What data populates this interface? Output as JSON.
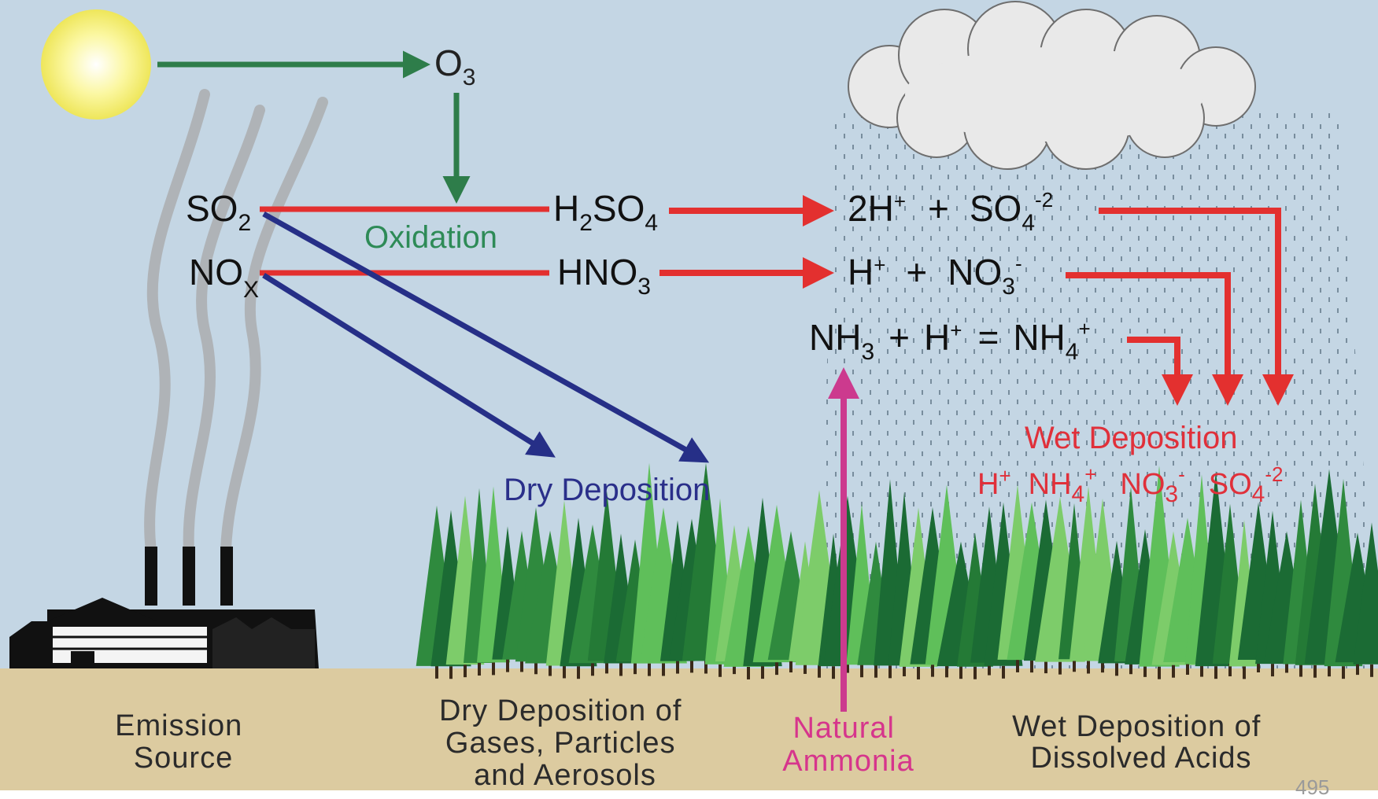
{
  "colors": {
    "sky": "#c4d6e4",
    "ground": "#dccba0",
    "sun": "#f5f06a",
    "green_arrow": "#2e7d4a",
    "red_arrow": "#e3302f",
    "blue_arrow": "#262f87",
    "pink_arrow": "#cc3a8e",
    "tree_dark": "#1b6b34",
    "tree_light": "#5fbf5a"
  },
  "top": {
    "ozone_main": "O",
    "ozone_sub": "3",
    "oxidation": "Oxidation"
  },
  "emissions": {
    "so2_main": "SO",
    "so2_sub": "2",
    "nox_main": "NO",
    "nox_sub": "X"
  },
  "acids": {
    "h2so4_a": "H",
    "h2so4_sub1": "2",
    "h2so4_b": "SO",
    "h2so4_sub2": "4",
    "hno3_a": "HNO",
    "hno3_sub": "3"
  },
  "ions": {
    "row1_a": "2H",
    "row1_sup": "+",
    "row1_plus": "+",
    "row1_b": "SO",
    "row1_sub": "4",
    "row1_sup2": "-2",
    "row2_a": "H",
    "row2_sup": "+",
    "row2_plus": "+",
    "row2_b": "NO",
    "row2_sub": "3",
    "row2_sup2": "-",
    "row3_a": "NH",
    "row3_sub": "3",
    "row3_plus": "+",
    "row3_b": "H",
    "row3_sup": "+",
    "row3_eq": "=",
    "row3_c": "NH",
    "row3_sub2": "4",
    "row3_sup2": "+"
  },
  "wet": {
    "title": "Wet Deposition",
    "h": "H",
    "h_sup": "+",
    "nh4": "NH",
    "nh4_sub": "4",
    "nh4_sup": "+",
    "no3": "NO",
    "no3_sub": "3",
    "no3_sup": "-",
    "so4": "SO",
    "so4_sub": "4",
    "so4_sup": "-2"
  },
  "dry": {
    "title": "Dry Deposition"
  },
  "bottom": {
    "emission_l1": "Emission",
    "emission_l2": "Source",
    "dry_l1": "Dry Deposition of",
    "dry_l2": "Gases, Particles",
    "dry_l3": "and Aerosols",
    "ammonia_l1": "Natural",
    "ammonia_l2": "Ammonia",
    "wet_l1": "Wet Deposition of",
    "wet_l2": "Dissolved Acids"
  },
  "page_number": "495"
}
